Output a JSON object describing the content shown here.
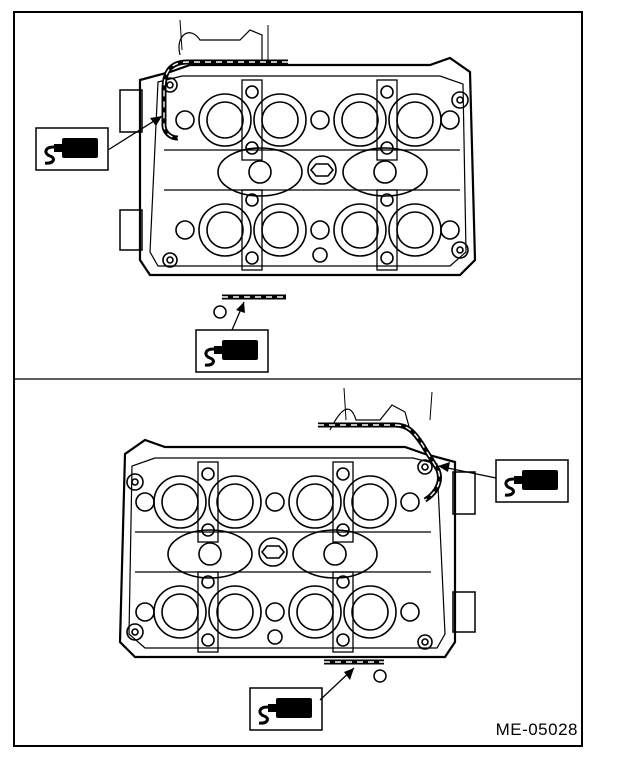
{
  "figure": {
    "code": "ME-05028",
    "line_color": "#000000",
    "background": "#ffffff",
    "callout_icon": "sealant-applicator-icon",
    "panels": [
      {
        "name": "upper-cylinder-head",
        "callouts": 2
      },
      {
        "name": "lower-cylinder-head",
        "callouts": 2
      }
    ]
  }
}
